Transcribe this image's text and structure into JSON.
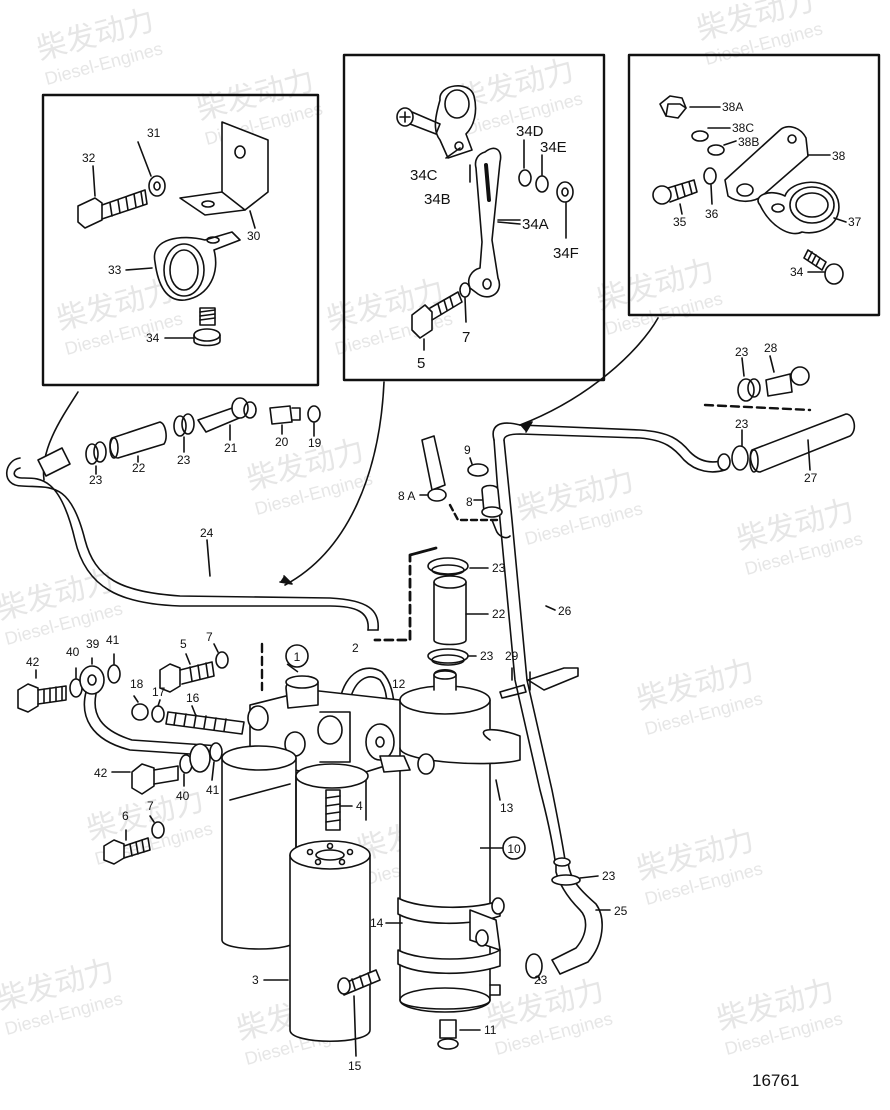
{
  "watermark": {
    "brand_cn": "柴发动力",
    "brand_en": "Diesel-Engines"
  },
  "drawing_number": "16761",
  "callouts": {
    "c1": "1",
    "c10": "10"
  },
  "labels": [
    {
      "id": "l31",
      "text": "31"
    },
    {
      "id": "l32",
      "text": "32"
    },
    {
      "id": "l30",
      "text": "30"
    },
    {
      "id": "l33",
      "text": "33"
    },
    {
      "id": "l34a",
      "text": "34"
    },
    {
      "id": "l34c",
      "text": "34C"
    },
    {
      "id": "l34b",
      "text": "34B"
    },
    {
      "id": "l34d",
      "text": "34D"
    },
    {
      "id": "l34e",
      "text": "34E"
    },
    {
      "id": "l34A",
      "text": "34A"
    },
    {
      "id": "l34f",
      "text": "34F"
    },
    {
      "id": "l5a",
      "text": "5"
    },
    {
      "id": "l7a",
      "text": "7"
    },
    {
      "id": "l38A",
      "text": "38A"
    },
    {
      "id": "l38C",
      "text": "38C"
    },
    {
      "id": "l38B",
      "text": "38B"
    },
    {
      "id": "l38",
      "text": "38"
    },
    {
      "id": "l35",
      "text": "35"
    },
    {
      "id": "l36",
      "text": "36"
    },
    {
      "id": "l37",
      "text": "37"
    },
    {
      "id": "l34b2",
      "text": "34"
    },
    {
      "id": "l23a",
      "text": "23"
    },
    {
      "id": "l28",
      "text": "28"
    },
    {
      "id": "l23b",
      "text": "23"
    },
    {
      "id": "l27",
      "text": "27"
    },
    {
      "id": "l23c",
      "text": "23"
    },
    {
      "id": "l22a",
      "text": "22"
    },
    {
      "id": "l23d",
      "text": "23"
    },
    {
      "id": "l21",
      "text": "21"
    },
    {
      "id": "l20",
      "text": "20"
    },
    {
      "id": "l19",
      "text": "19"
    },
    {
      "id": "l24",
      "text": "24"
    },
    {
      "id": "l9",
      "text": "9"
    },
    {
      "id": "l8A",
      "text": "8 A"
    },
    {
      "id": "l8",
      "text": "8"
    },
    {
      "id": "l23e",
      "text": "23"
    },
    {
      "id": "l22b",
      "text": "22"
    },
    {
      "id": "l23f",
      "text": "23"
    },
    {
      "id": "l26",
      "text": "26"
    },
    {
      "id": "l29",
      "text": "29"
    },
    {
      "id": "l2",
      "text": "2"
    },
    {
      "id": "l12",
      "text": "12"
    },
    {
      "id": "l42a",
      "text": "42"
    },
    {
      "id": "l40a",
      "text": "40"
    },
    {
      "id": "l39",
      "text": "39"
    },
    {
      "id": "l41a",
      "text": "41"
    },
    {
      "id": "l5b",
      "text": "5"
    },
    {
      "id": "l7b",
      "text": "7"
    },
    {
      "id": "l18",
      "text": "18"
    },
    {
      "id": "l17",
      "text": "17"
    },
    {
      "id": "l16",
      "text": "16"
    },
    {
      "id": "l42b",
      "text": "42"
    },
    {
      "id": "l40b",
      "text": "40"
    },
    {
      "id": "l41b",
      "text": "41"
    },
    {
      "id": "l6",
      "text": "6"
    },
    {
      "id": "l7c",
      "text": "7"
    },
    {
      "id": "l4",
      "text": "4"
    },
    {
      "id": "l13",
      "text": "13"
    },
    {
      "id": "l23g",
      "text": "23"
    },
    {
      "id": "l25",
      "text": "25"
    },
    {
      "id": "l14",
      "text": "14"
    },
    {
      "id": "l23h",
      "text": "23"
    },
    {
      "id": "l3",
      "text": "3"
    },
    {
      "id": "l15",
      "text": "15"
    },
    {
      "id": "l11",
      "text": "11"
    }
  ]
}
